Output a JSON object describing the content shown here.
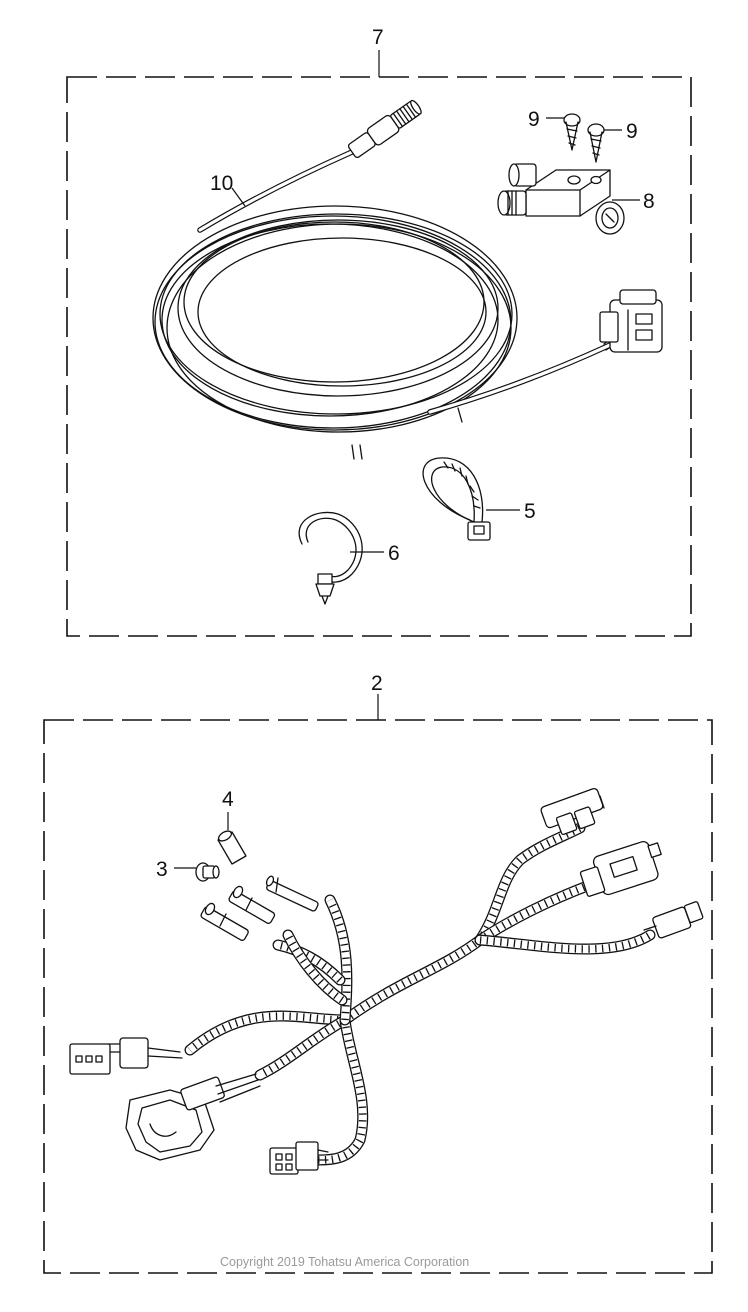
{
  "diagram": {
    "upper_kit": {
      "callout": "7"
    },
    "lower_kit": {
      "callout": "2"
    },
    "parts": [
      {
        "callout": "10"
      },
      {
        "callout": "9"
      },
      {
        "callout": "9"
      },
      {
        "callout": "8"
      },
      {
        "callout": "5"
      },
      {
        "callout": "6"
      },
      {
        "callout": "4"
      },
      {
        "callout": "3"
      }
    ],
    "copyright": "Copyright 2019 Tohatsu America Corporation"
  }
}
